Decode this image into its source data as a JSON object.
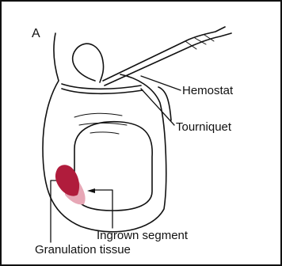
{
  "figure": {
    "panel_letter": "A",
    "labels": {
      "hemostat": "Hemostat",
      "tourniquet": "Tourniquet",
      "ingrown_segment": "Ingrown segment",
      "granulation_tissue": "Granulation tissue"
    }
  },
  "colors": {
    "ink": "#111111",
    "granulation": "#b01c3c",
    "granulation_light": "#e7a7b6",
    "background": "#ffffff"
  }
}
